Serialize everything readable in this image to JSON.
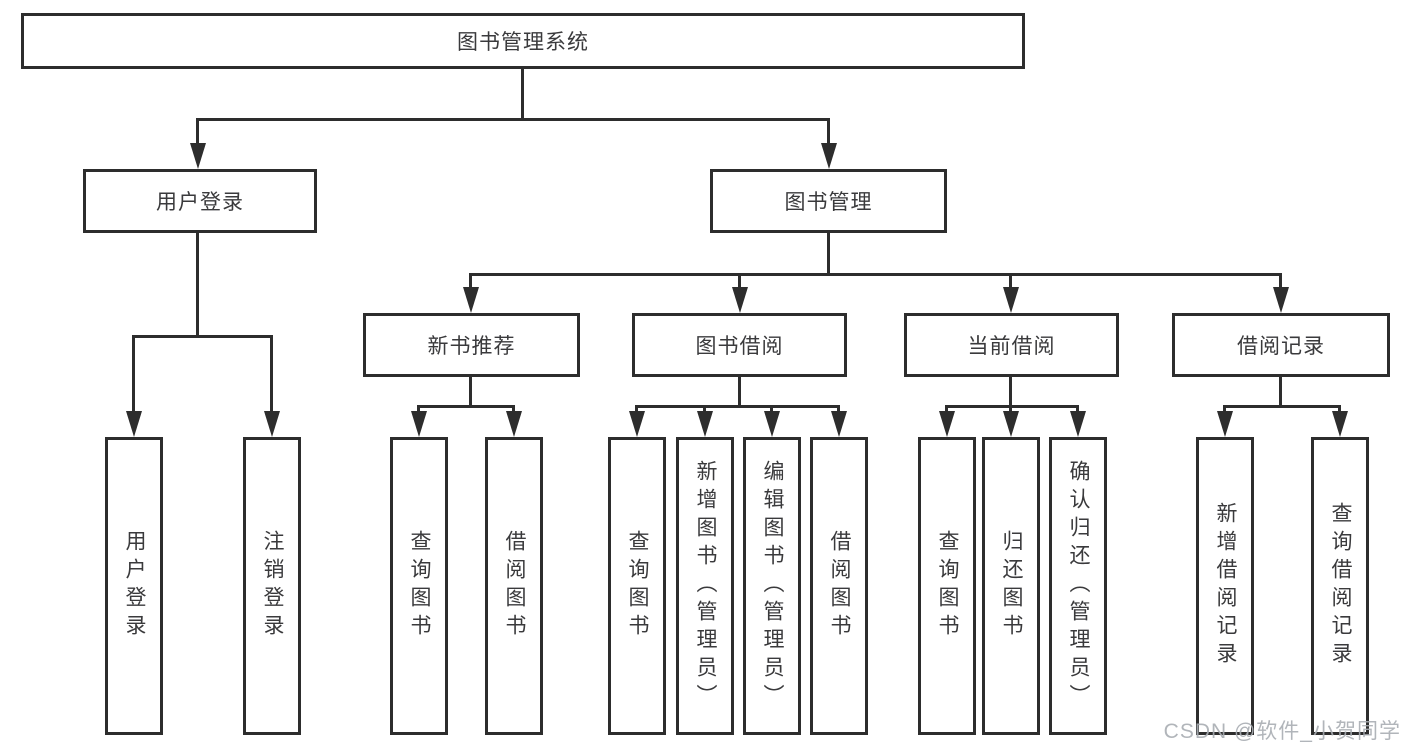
{
  "diagram": {
    "root": {
      "label": "图书管理系统"
    },
    "level2": [
      {
        "label": "用户登录"
      },
      {
        "label": "图书管理"
      }
    ],
    "level3": [
      {
        "label": "新书推荐"
      },
      {
        "label": "图书借阅"
      },
      {
        "label": "当前借阅"
      },
      {
        "label": "借阅记录"
      }
    ],
    "leaves": [
      {
        "label": "用户登录"
      },
      {
        "label": "注销登录"
      },
      {
        "label": "查询图书"
      },
      {
        "label": "借阅图书"
      },
      {
        "label": "查询图书"
      },
      {
        "label": "新增图书（管理员）"
      },
      {
        "label": "编辑图书（管理员）"
      },
      {
        "label": "借阅图书"
      },
      {
        "label": "查询图书"
      },
      {
        "label": "归还图书"
      },
      {
        "label": "确认归还（管理员）"
      },
      {
        "label": "新增借阅记录"
      },
      {
        "label": "查询借阅记录"
      }
    ],
    "watermark": "CSDN @软件_小贺同学",
    "colors": {
      "line": "#2d2d2d",
      "text": "#3a3a3c",
      "watermark": "#a8adb2",
      "background": "#ffffff"
    }
  }
}
